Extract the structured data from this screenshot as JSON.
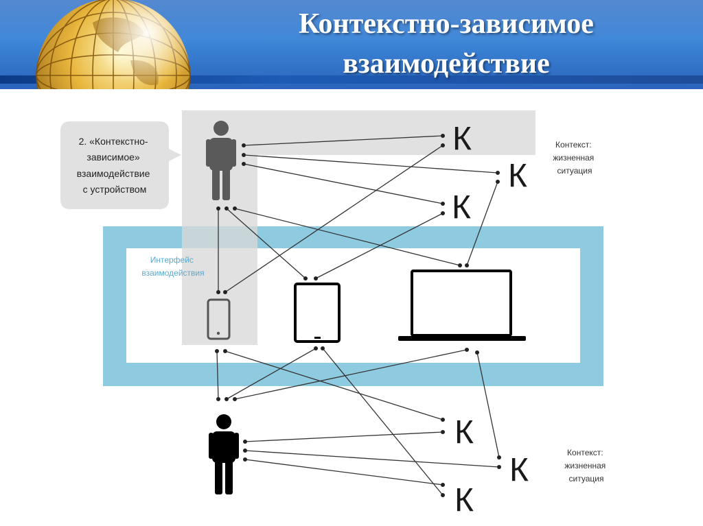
{
  "slide": {
    "title_line1": "Контекстно-зависимое",
    "title_line2": "взаимодействие"
  },
  "diagram": {
    "callout_lines": [
      "2. «Контекстно-",
      "зависимое»",
      "взаимодействие",
      "с устройством"
    ],
    "interface_label_lines": [
      "Интерфейс",
      "взаимодействия"
    ],
    "context_top_lines": [
      "Контекст:",
      "жизненная",
      "ситуация"
    ],
    "context_bottom_lines": [
      "Контекст:",
      "жизненная",
      "ситуация"
    ],
    "context_letter": "К",
    "devices": [
      "smartphone",
      "tablet",
      "laptop"
    ],
    "colors": {
      "interface_frame": "#8fcbe0",
      "highlight_panel": "#d9d9d9",
      "callout": "#e1e1e1",
      "person_top": "#5a5a5a",
      "person_bottom": "#000000",
      "header": "#2f6fc7"
    }
  }
}
